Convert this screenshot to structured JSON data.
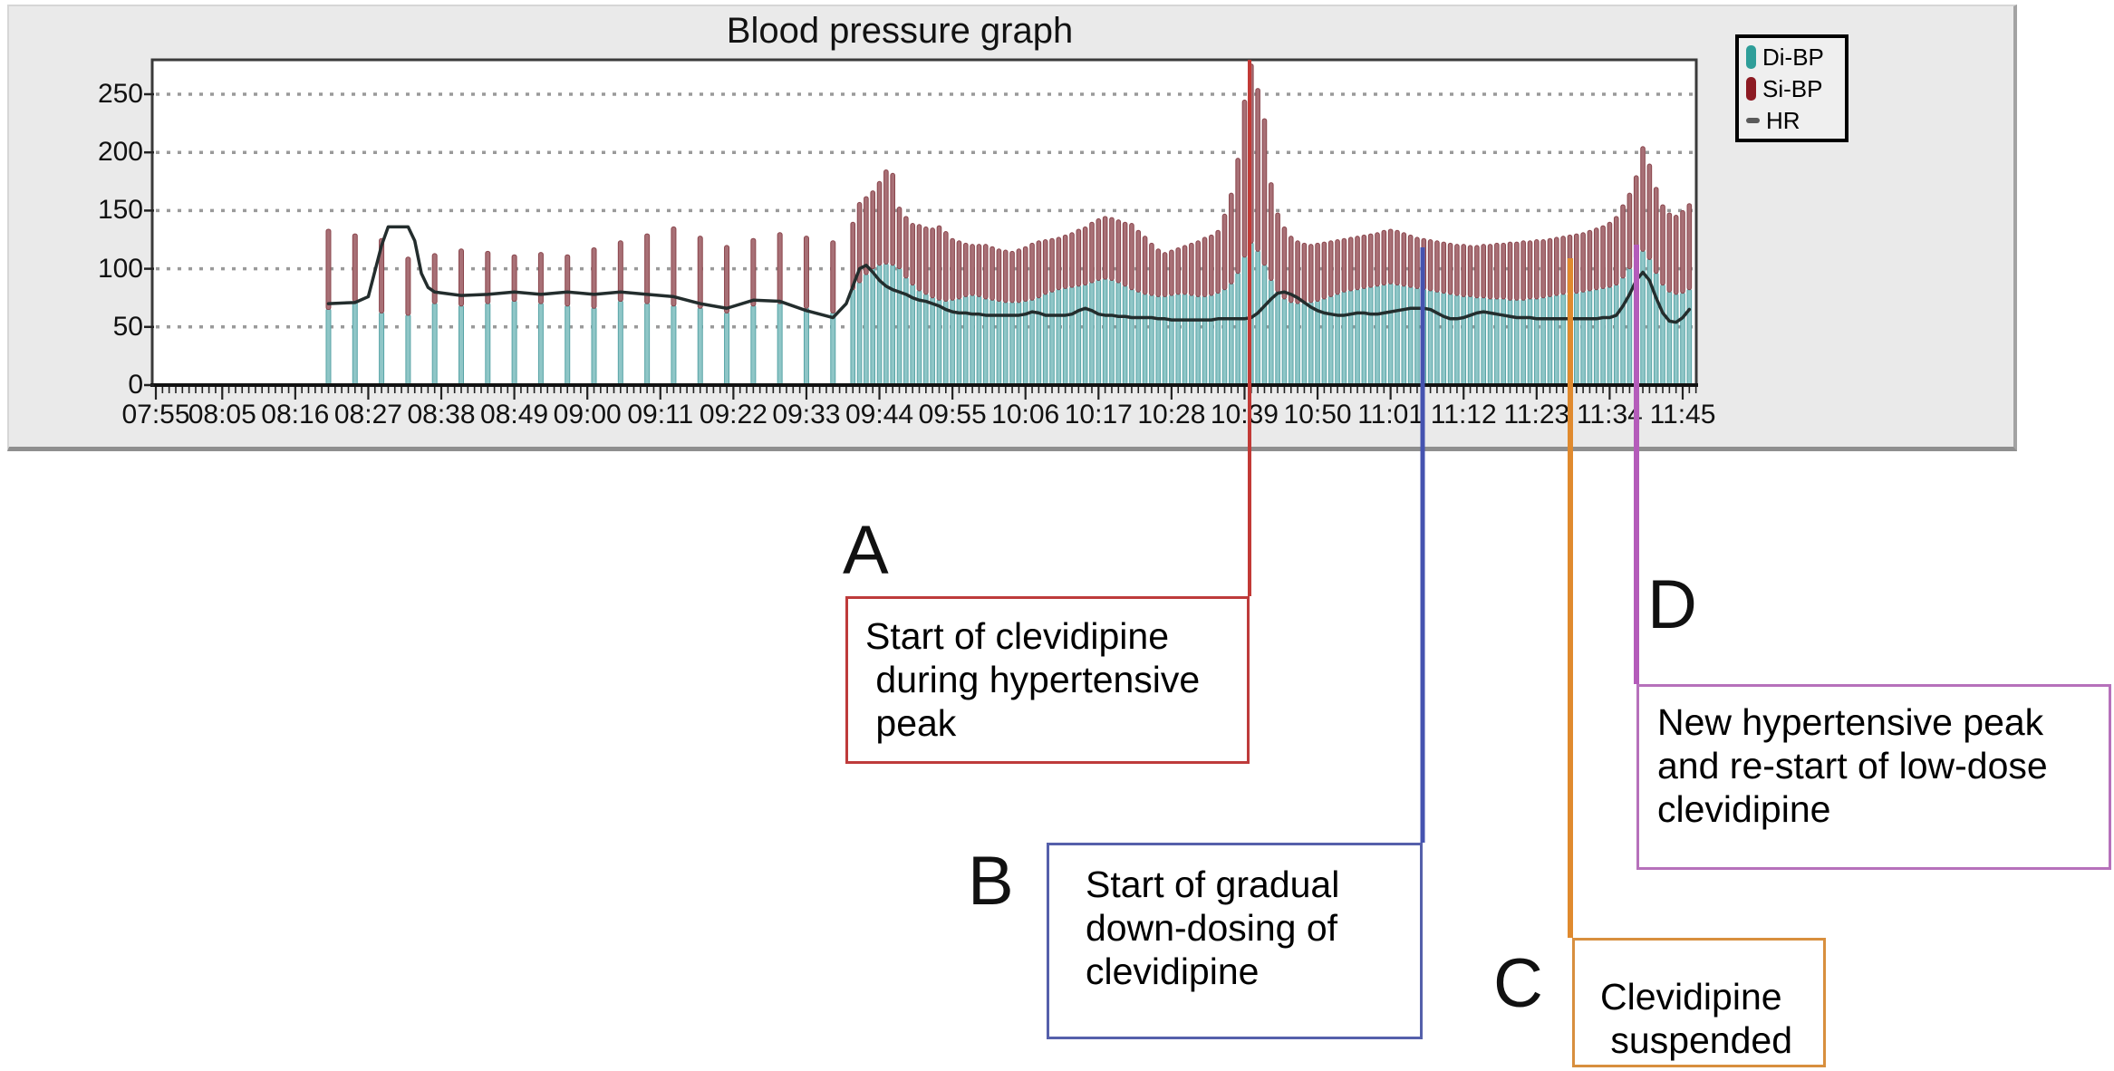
{
  "chart_data": {
    "type": "bar",
    "title": "Blood pressure graph",
    "xlabel": "",
    "ylabel": "",
    "ylim": [
      0,
      280
    ],
    "y_ticks": [
      0,
      50,
      100,
      150,
      200,
      250
    ],
    "grid": "dotted-horizontal",
    "legend_position": "top-right-outside",
    "x_tick_labels": [
      "07:55",
      "08:05",
      "08:16",
      "08:27",
      "08:38",
      "08:49",
      "09:00",
      "09:11",
      "09:22",
      "09:33",
      "09:44",
      "09:55",
      "10:06",
      "10:17",
      "10:28",
      "10:39",
      "10:50",
      "11:01",
      "11:12",
      "11:23",
      "11:34",
      "11:45"
    ],
    "x_tick_minutes": [
      0,
      10,
      21,
      32,
      43,
      54,
      65,
      76,
      87,
      98,
      109,
      120,
      131,
      142,
      153,
      164,
      175,
      186,
      197,
      208,
      219,
      230
    ],
    "series": [
      {
        "name": "Di-BP",
        "type": "bar",
        "fill": "#8fc6c7",
        "edge": "#58a4a6"
      },
      {
        "name": "Si-BP",
        "type": "bar-segment-above-diastolic",
        "fill": "#a87076",
        "edge": "#8a454c"
      },
      {
        "name": "HR",
        "type": "line",
        "color": "#232d2d"
      }
    ],
    "bars_t_di_si": [
      [
        26,
        65,
        134
      ],
      [
        30,
        72,
        130
      ],
      [
        34,
        62,
        126
      ],
      [
        38,
        60,
        110
      ],
      [
        42,
        70,
        113
      ],
      [
        46,
        68,
        117
      ],
      [
        50,
        70,
        115
      ],
      [
        54,
        72,
        112
      ],
      [
        58,
        70,
        114
      ],
      [
        62,
        68,
        112
      ],
      [
        66,
        66,
        118
      ],
      [
        70,
        72,
        124
      ],
      [
        74,
        70,
        130
      ],
      [
        78,
        68,
        136
      ],
      [
        82,
        66,
        128
      ],
      [
        86,
        62,
        120
      ],
      [
        90,
        68,
        126
      ],
      [
        94,
        70,
        131
      ],
      [
        98,
        66,
        128
      ],
      [
        102,
        62,
        124
      ],
      [
        105,
        82,
        140
      ],
      [
        106,
        88,
        157
      ],
      [
        107,
        95,
        162
      ],
      [
        108,
        100,
        167
      ],
      [
        109,
        103,
        175
      ],
      [
        110,
        104,
        185
      ],
      [
        111,
        103,
        182
      ],
      [
        112,
        100,
        153
      ],
      [
        113,
        92,
        145
      ],
      [
        114,
        86,
        139
      ],
      [
        115,
        81,
        138
      ],
      [
        116,
        78,
        136
      ],
      [
        117,
        75,
        135
      ],
      [
        118,
        73,
        137
      ],
      [
        119,
        72,
        132
      ],
      [
        120,
        73,
        126
      ],
      [
        121,
        74,
        124
      ],
      [
        122,
        76,
        122
      ],
      [
        123,
        77,
        121
      ],
      [
        124,
        76,
        121
      ],
      [
        125,
        74,
        121
      ],
      [
        126,
        73,
        119
      ],
      [
        127,
        72,
        117
      ],
      [
        128,
        71,
        116
      ],
      [
        129,
        71,
        115
      ],
      [
        130,
        71,
        117
      ],
      [
        131,
        72,
        119
      ],
      [
        132,
        73,
        122
      ],
      [
        133,
        75,
        124
      ],
      [
        134,
        78,
        125
      ],
      [
        135,
        80,
        126
      ],
      [
        136,
        82,
        127
      ],
      [
        137,
        83,
        129
      ],
      [
        138,
        84,
        131
      ],
      [
        139,
        85,
        134
      ],
      [
        140,
        86,
        136
      ],
      [
        141,
        88,
        140
      ],
      [
        142,
        90,
        143
      ],
      [
        143,
        91,
        145
      ],
      [
        144,
        90,
        144
      ],
      [
        145,
        88,
        142
      ],
      [
        146,
        85,
        140
      ],
      [
        147,
        82,
        139
      ],
      [
        148,
        80,
        133
      ],
      [
        149,
        78,
        128
      ],
      [
        150,
        77,
        122
      ],
      [
        151,
        76,
        117
      ],
      [
        152,
        76,
        114
      ],
      [
        153,
        77,
        116
      ],
      [
        154,
        78,
        118
      ],
      [
        155,
        78,
        120
      ],
      [
        156,
        77,
        122
      ],
      [
        157,
        76,
        124
      ],
      [
        158,
        76,
        127
      ],
      [
        159,
        77,
        129
      ],
      [
        160,
        79,
        133
      ],
      [
        161,
        82,
        147
      ],
      [
        162,
        87,
        165
      ],
      [
        163,
        96,
        195
      ],
      [
        164,
        110,
        245
      ],
      [
        165,
        122,
        276
      ],
      [
        166,
        115,
        255
      ],
      [
        167,
        103,
        229
      ],
      [
        168,
        90,
        174
      ],
      [
        169,
        80,
        148
      ],
      [
        170,
        74,
        136
      ],
      [
        171,
        71,
        128
      ],
      [
        172,
        70,
        124
      ],
      [
        173,
        70,
        122
      ],
      [
        174,
        71,
        121
      ],
      [
        175,
        72,
        122
      ],
      [
        176,
        74,
        123
      ],
      [
        177,
        76,
        124
      ],
      [
        178,
        78,
        125
      ],
      [
        179,
        80,
        126
      ],
      [
        180,
        81,
        127
      ],
      [
        181,
        82,
        128
      ],
      [
        182,
        83,
        129
      ],
      [
        183,
        84,
        130
      ],
      [
        184,
        85,
        131
      ],
      [
        185,
        86,
        133
      ],
      [
        186,
        87,
        134
      ],
      [
        187,
        86,
        133
      ],
      [
        188,
        85,
        131
      ],
      [
        189,
        84,
        129
      ],
      [
        190,
        83,
        127
      ],
      [
        191,
        82,
        126
      ],
      [
        192,
        81,
        125
      ],
      [
        193,
        80,
        124
      ],
      [
        194,
        79,
        123
      ],
      [
        195,
        78,
        122
      ],
      [
        196,
        77,
        121
      ],
      [
        197,
        76,
        121
      ],
      [
        198,
        76,
        120
      ],
      [
        199,
        75,
        120
      ],
      [
        200,
        75,
        121
      ],
      [
        201,
        74,
        121
      ],
      [
        202,
        74,
        122
      ],
      [
        203,
        74,
        122
      ],
      [
        204,
        73,
        123
      ],
      [
        205,
        73,
        123
      ],
      [
        206,
        73,
        124
      ],
      [
        207,
        74,
        124
      ],
      [
        208,
        74,
        125
      ],
      [
        209,
        75,
        125
      ],
      [
        210,
        76,
        126
      ],
      [
        211,
        77,
        127
      ],
      [
        212,
        78,
        128
      ],
      [
        213,
        78,
        129
      ],
      [
        214,
        79,
        130
      ],
      [
        215,
        80,
        131
      ],
      [
        216,
        81,
        133
      ],
      [
        217,
        82,
        135
      ],
      [
        218,
        83,
        137
      ],
      [
        219,
        84,
        140
      ],
      [
        220,
        86,
        145
      ],
      [
        221,
        92,
        155
      ],
      [
        222,
        100,
        165
      ],
      [
        223,
        108,
        180
      ],
      [
        224,
        115,
        205
      ],
      [
        225,
        108,
        190
      ],
      [
        226,
        96,
        170
      ],
      [
        227,
        86,
        155
      ],
      [
        228,
        80,
        148
      ],
      [
        229,
        78,
        146
      ],
      [
        230,
        79,
        150
      ],
      [
        231,
        82,
        156
      ]
    ],
    "hr_line_t_bpm": [
      [
        26,
        70
      ],
      [
        30,
        71
      ],
      [
        32,
        76
      ],
      [
        34,
        120
      ],
      [
        35,
        136
      ],
      [
        38,
        136
      ],
      [
        39,
        124
      ],
      [
        40,
        96
      ],
      [
        41,
        84
      ],
      [
        42,
        80
      ],
      [
        46,
        77
      ],
      [
        50,
        78
      ],
      [
        54,
        80
      ],
      [
        58,
        78
      ],
      [
        62,
        80
      ],
      [
        66,
        78
      ],
      [
        70,
        80
      ],
      [
        74,
        78
      ],
      [
        78,
        76
      ],
      [
        82,
        70
      ],
      [
        86,
        66
      ],
      [
        90,
        73
      ],
      [
        94,
        72
      ],
      [
        98,
        64
      ],
      [
        102,
        58
      ],
      [
        104,
        70
      ],
      [
        105,
        85
      ],
      [
        106,
        100
      ],
      [
        107,
        103
      ],
      [
        108,
        97
      ],
      [
        109,
        90
      ],
      [
        110,
        85
      ],
      [
        111,
        82
      ],
      [
        112,
        80
      ],
      [
        113,
        78
      ],
      [
        114,
        75
      ],
      [
        115,
        73
      ],
      [
        116,
        72
      ],
      [
        117,
        70
      ],
      [
        118,
        68
      ],
      [
        119,
        65
      ],
      [
        120,
        63
      ],
      [
        121,
        62
      ],
      [
        122,
        62
      ],
      [
        123,
        61
      ],
      [
        124,
        61
      ],
      [
        125,
        60
      ],
      [
        126,
        60
      ],
      [
        127,
        60
      ],
      [
        128,
        60
      ],
      [
        129,
        60
      ],
      [
        130,
        60
      ],
      [
        131,
        61
      ],
      [
        132,
        63
      ],
      [
        133,
        62
      ],
      [
        134,
        60
      ],
      [
        135,
        60
      ],
      [
        136,
        60
      ],
      [
        137,
        60
      ],
      [
        138,
        61
      ],
      [
        139,
        64
      ],
      [
        140,
        66
      ],
      [
        141,
        64
      ],
      [
        142,
        61
      ],
      [
        143,
        60
      ],
      [
        144,
        60
      ],
      [
        145,
        59
      ],
      [
        146,
        59
      ],
      [
        147,
        58
      ],
      [
        148,
        58
      ],
      [
        149,
        58
      ],
      [
        150,
        58
      ],
      [
        151,
        57
      ],
      [
        152,
        57
      ],
      [
        153,
        56
      ],
      [
        154,
        56
      ],
      [
        155,
        56
      ],
      [
        156,
        56
      ],
      [
        157,
        56
      ],
      [
        158,
        56
      ],
      [
        159,
        56
      ],
      [
        160,
        57
      ],
      [
        161,
        57
      ],
      [
        162,
        57
      ],
      [
        163,
        57
      ],
      [
        164,
        57
      ],
      [
        165,
        58
      ],
      [
        166,
        62
      ],
      [
        167,
        68
      ],
      [
        168,
        74
      ],
      [
        169,
        79
      ],
      [
        170,
        80
      ],
      [
        171,
        78
      ],
      [
        172,
        75
      ],
      [
        173,
        71
      ],
      [
        174,
        67
      ],
      [
        175,
        64
      ],
      [
        176,
        62
      ],
      [
        177,
        61
      ],
      [
        178,
        60
      ],
      [
        179,
        60
      ],
      [
        180,
        61
      ],
      [
        181,
        62
      ],
      [
        182,
        62
      ],
      [
        183,
        61
      ],
      [
        184,
        61
      ],
      [
        185,
        62
      ],
      [
        186,
        63
      ],
      [
        187,
        64
      ],
      [
        188,
        65
      ],
      [
        189,
        66
      ],
      [
        190,
        66
      ],
      [
        191,
        66
      ],
      [
        192,
        65
      ],
      [
        193,
        62
      ],
      [
        194,
        59
      ],
      [
        195,
        57
      ],
      [
        196,
        57
      ],
      [
        197,
        58
      ],
      [
        198,
        60
      ],
      [
        199,
        62
      ],
      [
        200,
        63
      ],
      [
        201,
        62
      ],
      [
        202,
        61
      ],
      [
        203,
        60
      ],
      [
        204,
        59
      ],
      [
        205,
        58
      ],
      [
        206,
        58
      ],
      [
        207,
        58
      ],
      [
        208,
        57
      ],
      [
        209,
        57
      ],
      [
        210,
        57
      ],
      [
        211,
        57
      ],
      [
        212,
        57
      ],
      [
        213,
        57
      ],
      [
        214,
        57
      ],
      [
        215,
        57
      ],
      [
        216,
        57
      ],
      [
        217,
        57
      ],
      [
        218,
        58
      ],
      [
        219,
        58
      ],
      [
        220,
        60
      ],
      [
        221,
        68
      ],
      [
        222,
        78
      ],
      [
        223,
        90
      ],
      [
        224,
        97
      ],
      [
        225,
        90
      ],
      [
        226,
        75
      ],
      [
        227,
        62
      ],
      [
        228,
        55
      ],
      [
        229,
        54
      ],
      [
        230,
        58
      ],
      [
        231,
        65
      ]
    ]
  },
  "legend": {
    "items": [
      {
        "label": "Di-BP",
        "swatch": "#2f9e99"
      },
      {
        "label": "Si-BP",
        "swatch": "#8c1a22"
      },
      {
        "label": "HR",
        "swatch": "#5a5a5a"
      }
    ]
  },
  "annotations": {
    "a": {
      "letter": "A",
      "color": "#be3b3b",
      "line_color": "#c23a36",
      "lines": [
        "Start of clevidipine",
        " during hypertensive",
        " peak"
      ]
    },
    "b": {
      "letter": "B",
      "color": "#5560ab",
      "line_color": "#4553b0",
      "lines": [
        "Start of gradual",
        "down-dosing of",
        "clevidipine"
      ]
    },
    "c": {
      "letter": "C",
      "color": "#d88f3e",
      "line_color": "#e08a2e",
      "lines": [
        "Clevidipine",
        " suspended"
      ]
    },
    "d": {
      "letter": "D",
      "color": "#b671bb",
      "line_color": "#b45cba",
      "lines": [
        "New hypertensive peak",
        "and re-start of low-dose",
        "clevidipine"
      ]
    }
  }
}
